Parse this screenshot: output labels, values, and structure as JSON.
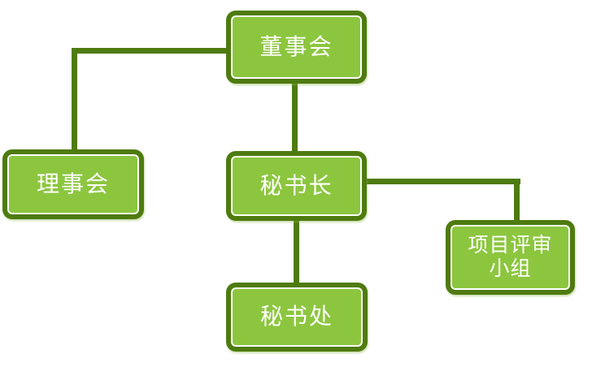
{
  "diagram": {
    "type": "org-chart",
    "nodes": [
      {
        "id": "board",
        "label": "董事会"
      },
      {
        "id": "council",
        "label": "理事会"
      },
      {
        "id": "secretary_general",
        "label": "秘书长"
      },
      {
        "id": "review_team",
        "label": "项目评审小组",
        "lines": [
          "项目评审",
          "小组"
        ]
      },
      {
        "id": "secretariat",
        "label": "秘书处"
      }
    ],
    "edges": [
      {
        "from": "董事会",
        "to": "理事会"
      },
      {
        "from": "董事会",
        "to": "秘书长"
      },
      {
        "from": "秘书长",
        "to": "项目评审小组"
      },
      {
        "from": "秘书长",
        "to": "秘书处"
      }
    ],
    "colors": {
      "background": "#FFFFFF",
      "node_fill": "#8CC63F",
      "node_border": "#4E7B0F",
      "node_inner_border": "#FFFFFF",
      "connector": "#4E7B0F",
      "text": "#FFFFFF"
    }
  }
}
